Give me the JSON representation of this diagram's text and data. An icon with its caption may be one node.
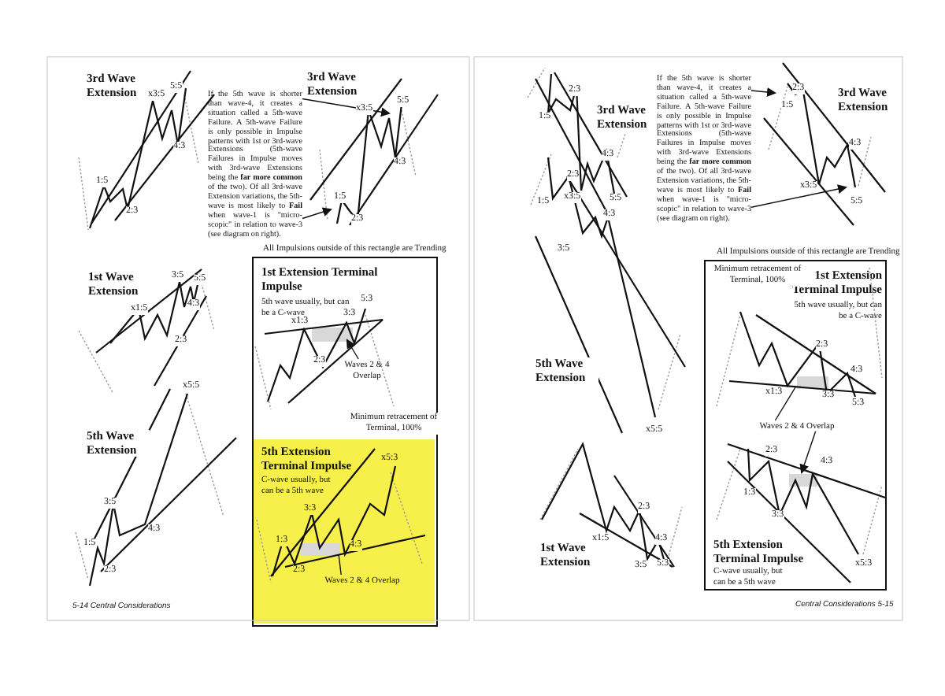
{
  "diagram": {
    "nodes": [
      {
        "text": [
          "1st Extension Terminal Impulse",
          "5th wave usually, but can be a C-wave"
        ]
      },
      {
        "text": [
          "5th Extension Terminal Impulse",
          "C-wave usually, but can be a 5th wave"
        ],
        "in": 0
      },
      {
        "text": [
          "Waves 2 & 4 Overlap"
        ],
        "in": 0
      },
      {
        "text": [
          "Waves 2 & 4 Overlap"
        ],
        "in": 1
      },
      {
        "text": [
          "If the 5th wave is shorter than wave-4, it creates a situation called a 5th-wave Failure. A 5th-wave Failure is only possible in Impulse patterns with 1st or 3rd-wave Extensions (5th-wave Failures in Impulse moves with 3rd-wave Extensions being the **far more common** of the two). Of all 3rd-wave Extension variations, the 5th-wave is most likely to **Fail** when wave-1 is \"micro-scopic\" in relation to wave-3 (see diagram on right)."
        ]
      },
      {
        "text": [
          "1st Extension Terminal Impulse",
          "5th wave usually, but can be a C-wave",
          "5th Extension Terminal Impulse",
          "C-wave usually, but can be a 5th wave"
        ]
      },
      {
        "text": [
          "Waves 2 & 4 Overlap"
        ],
        "in": 5
      },
      {
        "text": [
          "If the 5th wave is shorter than wave-4, it creates a situation called a 5th-wave Failure. A 5th-wave Failure is only possible in Impulse patterns with 1st or 3rd-wave Extensions (5th-wave Failures in Impulse moves with 3rd-wave Extensions being the **far more common** of the two). Of all 3rd-wave Extension variations, the 5th-wave is most likely to **Fail** when wave-1 is \"micro-scopic\" in relation to wave-3 (see diagram on right)."
        ]
      },
      {
        "text": [],
        "shape": "box",
        "in": 0
      },
      {
        "text": [],
        "shape": "box",
        "in": 1
      },
      {
        "text": [],
        "shape": "box",
        "in": 5
      },
      {
        "text": [],
        "shape": "box",
        "in": 5
      },
      {
        "text": [],
        "shape": "picture"
      },
      {
        "text": [],
        "shape": "picture"
      }
    ],
    "edges": [
      {
        "from": 4,
        "to": 12,
        "arrow": "to"
      },
      {
        "from": 4,
        "to": 12,
        "arrow": "to"
      },
      {
        "from": 2,
        "to": 8,
        "arrow": "to"
      },
      {
        "from": 3,
        "to": 9,
        "arrow": "none"
      },
      {
        "from": 7,
        "to": 13,
        "arrow": "to"
      },
      {
        "from": 7,
        "to": 13,
        "arrow": "to"
      },
      {
        "from": 6,
        "to": 10,
        "arrow": "none"
      },
      {
        "from": 6,
        "to": 11,
        "arrow": "to"
      }
    ],
    "labels": [
      "3rd Wave Extension",
      "x3:5",
      "5:5",
      "4:3",
      "1:5",
      "2:3",
      "3rd Wave Extension",
      "x3:5",
      "5:5",
      "4:3",
      "1:5",
      "2:3",
      "All Impulsions outside of this rectangle are Trending",
      "1st Wave Extension",
      "x1:5",
      "3:5",
      "5:5",
      "4:3",
      "2:3",
      "x1:3",
      "3:3",
      "5:3",
      "2:3",
      "Minimum retracement of Terminal, 100%",
      "x5:3",
      "3:3",
      "1:3",
      "2:3",
      "4:3",
      "5th Wave Extension",
      "x5:5",
      "3:5",
      "1:5",
      "4:3",
      "2:3",
      "5-14 Central Considerations",
      "1:5",
      "2:3",
      "3rd Wave Extension",
      "4:3",
      "x3:5",
      "5:5",
      "2:3",
      "1:5",
      "3rd Wave Extension",
      "4:3",
      "x3:5",
      "5:5",
      "2:3",
      "1:5",
      "4:3",
      "3:5",
      "5th Wave Extension",
      "x5:5",
      "All Impulsions outside of this rectangle are Trending",
      "Minimum retracement of Terminal, 100%",
      "2:3",
      "4:3",
      "x1:3",
      "3:3",
      "5:3",
      "2:3",
      "4:3",
      "1:3",
      "3:3",
      "x5:3",
      "x1:5",
      "2:3",
      "3:5",
      "4:3",
      "5:3",
      "1st Wave Extension",
      "Central Considerations 5-15"
    ]
  }
}
